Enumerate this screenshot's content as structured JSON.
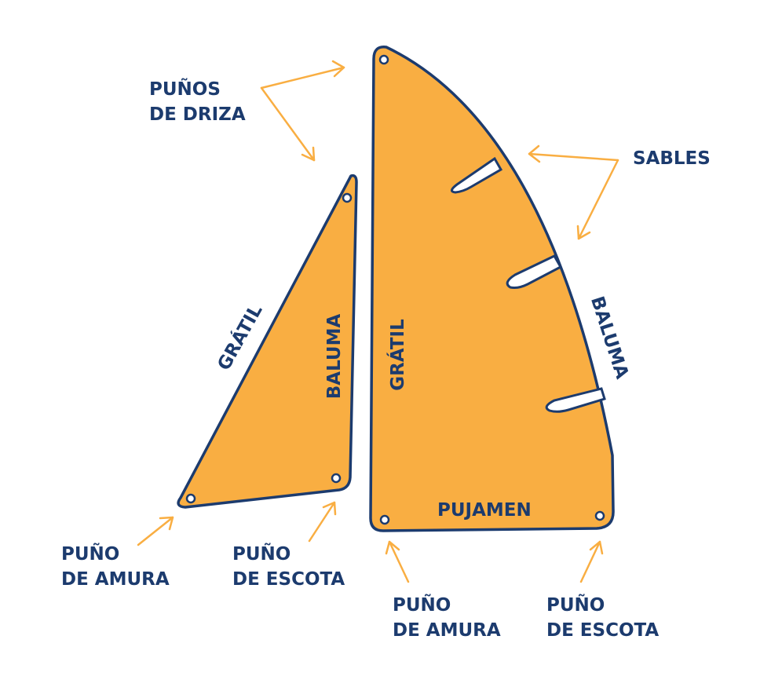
{
  "colors": {
    "sail_fill": "#F9AE42",
    "outline": "#1C3B6E",
    "arrow": "#F9AE42",
    "text": "#1C3B6E",
    "background": "#FFFFFF"
  },
  "labels": {
    "punos_driza": [
      "PUÑOS",
      "DE DRIZA"
    ],
    "sables": "SABLES",
    "jib_gratil": "GRÁTIL",
    "jib_baluma": "BALUMA",
    "main_gratil": "GRÁTIL",
    "main_baluma": "BALUMA",
    "pujamen": "PUJAMEN",
    "jib_amura": [
      "PUÑO",
      "DE AMURA"
    ],
    "jib_escota": [
      "PUÑO",
      "DE ESCOTA"
    ],
    "main_amura": [
      "PUÑO",
      "DE AMURA"
    ],
    "main_escota": [
      "PUÑO",
      "DE ESCOTA"
    ]
  }
}
